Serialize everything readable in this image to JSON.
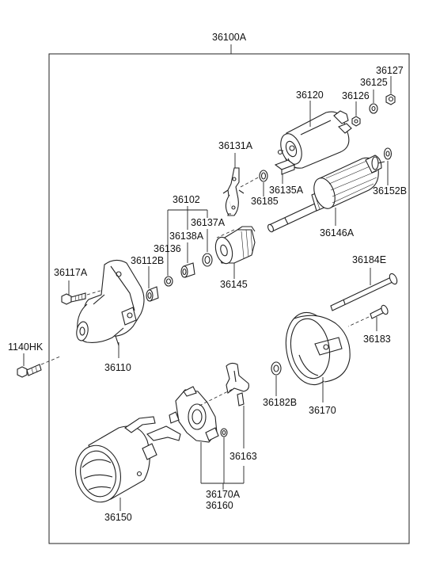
{
  "diagram": {
    "assembly_label": "36100A",
    "labels": {
      "p36127": "36127",
      "p36125": "36125",
      "p36126": "36126",
      "p36120": "36120",
      "p36131A": "36131A",
      "p36135A": "36135A",
      "p36185": "36185",
      "p36152B": "36152B",
      "p36102": "36102",
      "p36137A": "36137A",
      "p36138A": "36138A",
      "p36146A": "36146A",
      "p36136": "36136",
      "p36112B": "36112B",
      "p36117A": "36117A",
      "p36184E": "36184E",
      "p36145": "36145",
      "p1140HK": "1140HK",
      "p36183": "36183",
      "p36110": "36110",
      "p36182B": "36182B",
      "p36170": "36170",
      "p36163": "36163",
      "p36170A": "36170A",
      "p36160": "36160",
      "p36150": "36150"
    }
  }
}
